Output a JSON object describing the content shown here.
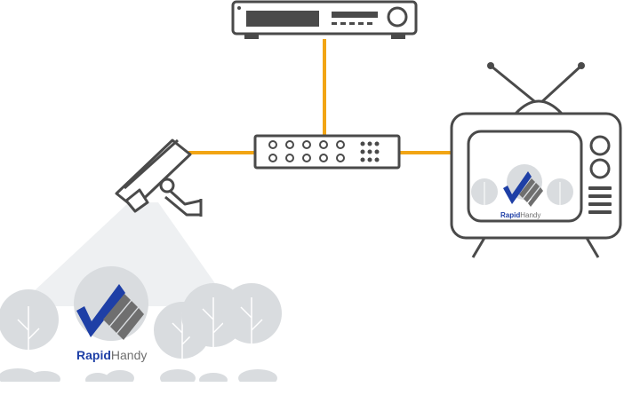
{
  "logo": {
    "brand_part1": "Rapid",
    "brand_part2": "Handy",
    "brand_color_1": "#1e3fa6",
    "brand_color_2": "#6f6f6f"
  },
  "colors": {
    "cable": "#f2a514",
    "outline": "#4a4a4a",
    "tree": "#d9dcdf",
    "trunk": "#ffffff",
    "light_cone": "#eef0f2"
  },
  "devices": [
    {
      "name": "recorder-device",
      "icon": "dvr-icon"
    },
    {
      "name": "splitter-device",
      "icon": "distribution-box-icon"
    },
    {
      "name": "camera-device",
      "icon": "cctv-camera-icon"
    },
    {
      "name": "television-device",
      "icon": "tv-icon"
    }
  ]
}
